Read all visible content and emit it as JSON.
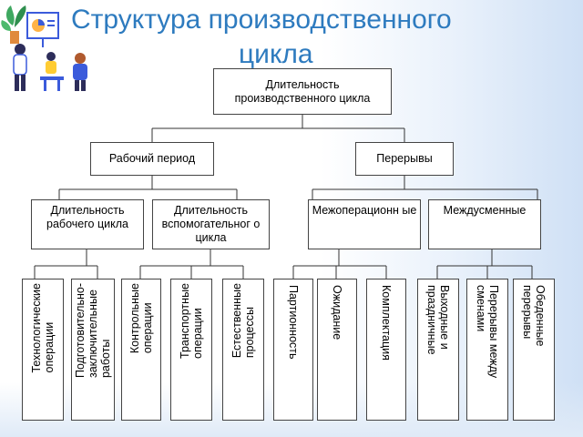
{
  "title": {
    "line1": "Структура производственного",
    "line2": "цикла"
  },
  "root": {
    "label": "Длительность производственного цикла"
  },
  "level2": {
    "work": "Рабочий период",
    "breaks": "Перерывы"
  },
  "level3": {
    "work_cycle": "Длительность рабочего цикла",
    "aux_cycle": "Длительность вспомогательног о цикла",
    "interop": "Межоперационн ые",
    "intershift": "Междусменные"
  },
  "leaves": [
    "Технологические\nоперации",
    "Подготовительно-\nзаключительные\nработы",
    "Контрольные\nоперации",
    "Транспортные\nоперации",
    "Естественные\nпроцессы",
    "Партионность",
    "Ожидание",
    "Комплектация",
    "Выходные и\nпраздничные",
    "Перерывы между\nсменами",
    "Обеденные\nперерывы"
  ],
  "colors": {
    "title": "#2e7bbf",
    "line": "#333333",
    "box_border": "#444444"
  }
}
